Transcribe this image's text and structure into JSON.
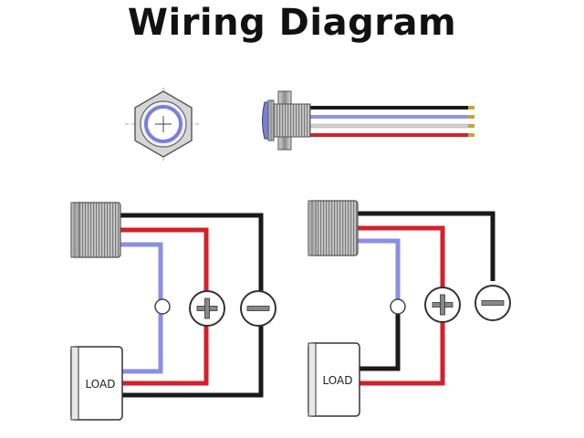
{
  "title": "Wiring Diagram",
  "left_circuit": {
    "load_label": "LOAD"
  },
  "right_circuit": {
    "load_label": "LOAD"
  },
  "terminal_labels": {
    "positive": "+",
    "negative": "−"
  },
  "colors": {
    "wire_black": "#1a1a1a",
    "wire_red": "#d4202a",
    "wire_blue": "#8a8fe0",
    "ring_blue": "#7a7fd8",
    "metal": "#b5b5b5",
    "background": "#ffffff"
  }
}
